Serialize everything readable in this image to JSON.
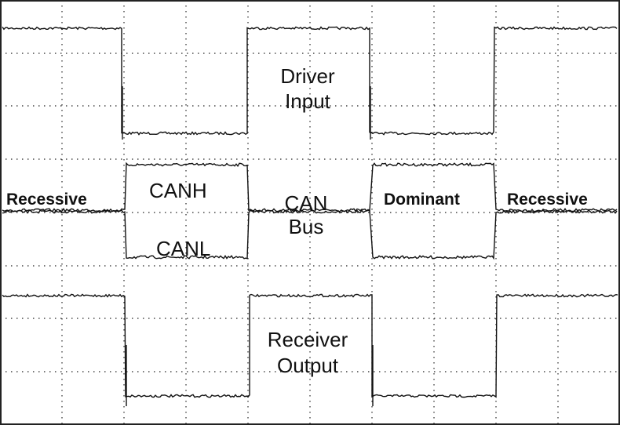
{
  "labels": {
    "driver_input": [
      "Driver",
      "Input"
    ],
    "canh": "CANH",
    "canl": "CANL",
    "can_bus": [
      "CAN",
      "Bus"
    ],
    "receiver_output": [
      "Receiver",
      "Output"
    ],
    "recessive": "Recessive",
    "dominant": "Dominant"
  },
  "colors": {
    "trace": "#111111",
    "grid": "#222222",
    "background": "#ffffff"
  },
  "timing": {
    "edges": [
      155,
      315,
      471,
      630
    ],
    "receiver_edges": [
      160,
      318,
      474,
      633
    ]
  }
}
